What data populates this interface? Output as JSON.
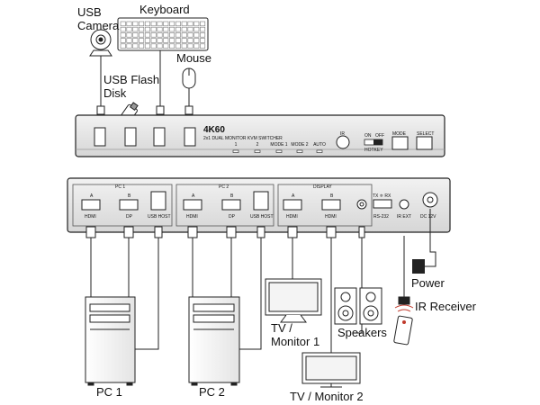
{
  "labels": {
    "usb_camera": [
      "USB",
      "Camera"
    ],
    "keyboard": "Keyboard",
    "mouse": "Mouse",
    "usb_flash_disk": [
      "USB Flash",
      "Disk"
    ],
    "power": "Power",
    "ir_receiver": "IR Receiver",
    "speakers": "Speakers",
    "tv_monitor_1": [
      "TV /",
      "Monitor 1"
    ],
    "tv_monitor_2": "TV / Monitor 2",
    "pc_1": "PC 1",
    "pc_2": "PC 2"
  },
  "front_panel": {
    "brand": "4K60",
    "subtitle": "2x1 DUAL MONITOR KVM SWITCHER",
    "indicators": [
      "1",
      "2",
      "MODE 1",
      "MODE 2",
      "AUTO"
    ],
    "ir_label": "IR",
    "hotkey_on": "ON",
    "hotkey_off": "OFF",
    "hotkey_label": "HOTKEY",
    "mode_label": "MODE",
    "select_label": "SELECT"
  },
  "rear_panel": {
    "groups": [
      "PC 1",
      "PC 2",
      "DISPLAY"
    ],
    "pc1_ports": {
      "a": "A",
      "b": "B",
      "hdmi": "HDMI",
      "dp": "DP",
      "usb_host": "USB HOST"
    },
    "pc2_ports": {
      "a": "A",
      "b": "B",
      "hdmi": "HDMI",
      "dp": "DP",
      "usb_host": "USB HOST"
    },
    "display_ports": {
      "a": "A",
      "b": "B",
      "hdmi_a": "HDMI",
      "hdmi_b": "HDMI"
    },
    "rs232_pins": "TX  ≑  RX",
    "rs232": "RS-232",
    "ir_ext": "IR EXT",
    "dc": "DC 12V"
  }
}
